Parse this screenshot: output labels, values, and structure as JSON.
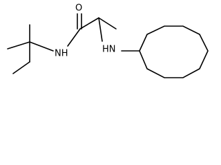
{
  "molecule": {
    "atoms": {
      "oxygen": "O",
      "amide_nitrogen": "NH",
      "amine_nitrogen": "HN"
    }
  }
}
